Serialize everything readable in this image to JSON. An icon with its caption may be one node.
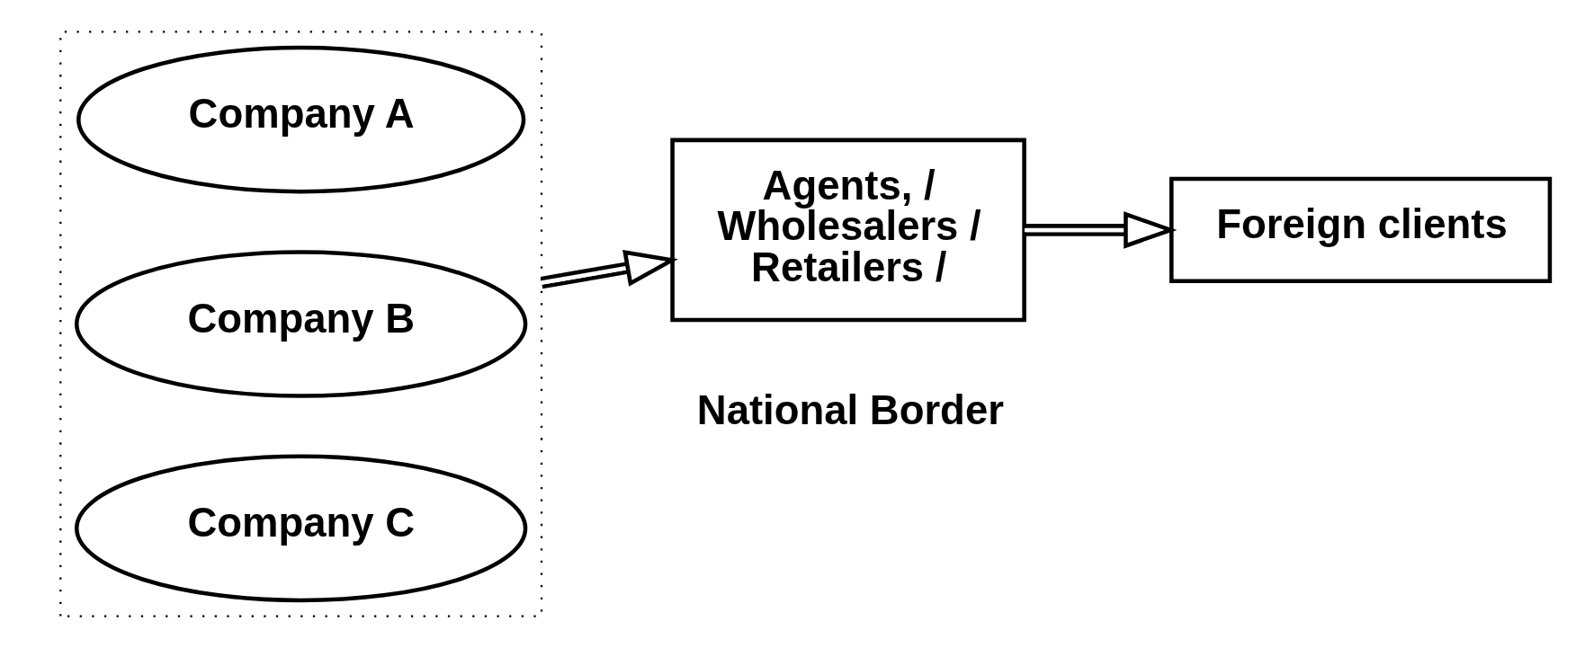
{
  "diagram": {
    "nodes": [
      {
        "text": [],
        "shape": "box"
      },
      {
        "text": [
          "Company A"
        ],
        "in": 0
      },
      {
        "text": [
          "Company B"
        ],
        "in": 0
      },
      {
        "text": [
          "Company C"
        ],
        "in": 0
      },
      {
        "text": [
          "Agents, / Wholesalers / Retailers /"
        ]
      },
      {
        "text": [
          "Foreign clients"
        ]
      }
    ],
    "edges": [
      {
        "from": 0,
        "to": 4,
        "arrow": "to"
      },
      {
        "from": 4,
        "to": 5,
        "arrow": "to"
      }
    ],
    "labels": [
      "National Border"
    ]
  }
}
